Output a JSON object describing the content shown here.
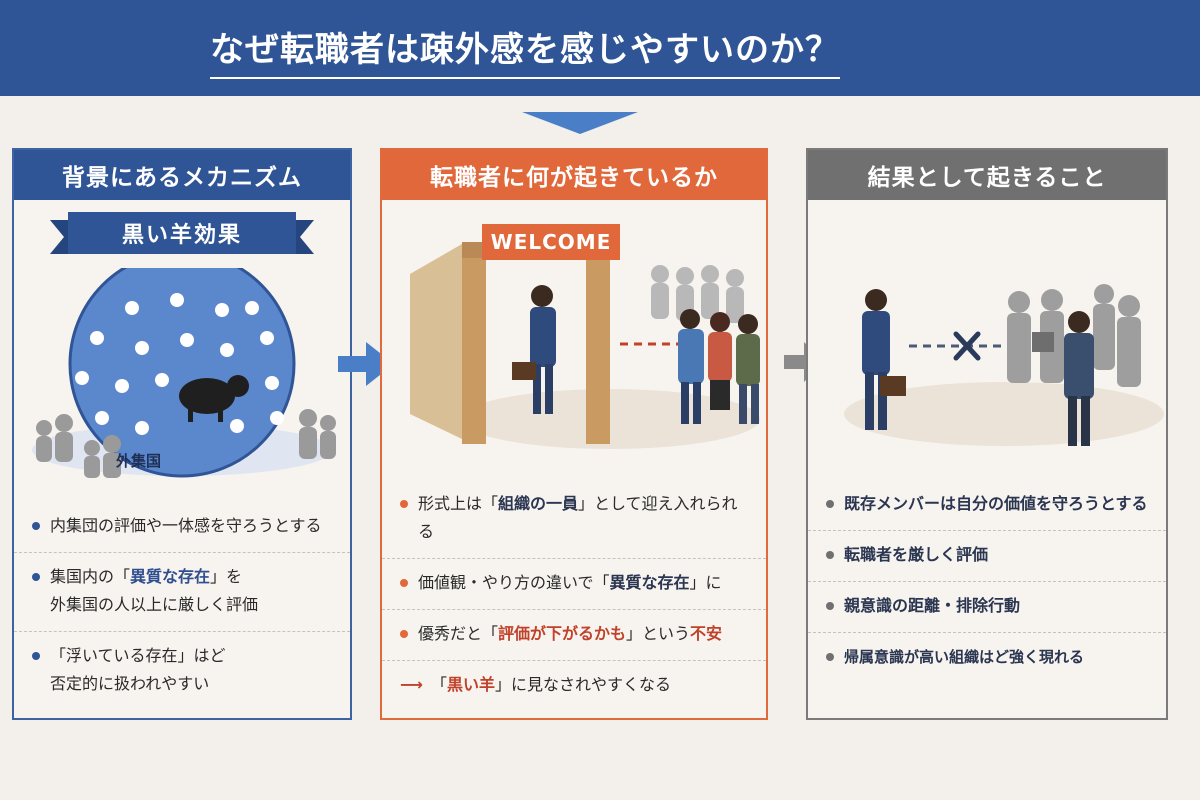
{
  "title": "なぜ転職者は疎外感を感じやすいのか？",
  "colors": {
    "blue": "#2f5597",
    "orange": "#e0683b",
    "gray": "#707070",
    "red": "#c0422a"
  },
  "left": {
    "heading": "背景にあるメカニズム",
    "ribbon": "黒い羊効果",
    "outgroup_label": "外集国",
    "items": [
      {
        "a": "内集団の評価や一体感を守ろうとする",
        "b": "",
        "c": ""
      },
      {
        "a": "集国内の「",
        "b": "異質な存在",
        "c": "」を",
        "d": "外集国の人以上に厳しく評価"
      },
      {
        "a": "「浮いている存在」はど",
        "d": "否定的に扱われやすい"
      }
    ]
  },
  "middle": {
    "heading": "転職者に何が起きているか",
    "welcome": "WELCOME",
    "items": [
      {
        "a": "形式上は「",
        "b": "組織の一員",
        "c": "」として迎え入れられる"
      },
      {
        "a": "価値観・やり方の違いで「",
        "b": "異質な存在",
        "c": "」に"
      },
      {
        "a": "優秀だと「",
        "b": "評価が下がるかも",
        "c": "」という",
        "d": "不安"
      },
      {
        "a": "「",
        "b": "黒い羊",
        "c": "」に見なされやすくなる"
      }
    ]
  },
  "right": {
    "heading": "結果として起きること",
    "items": [
      {
        "a": "既存メンバーは",
        "b": "自分の価値",
        "c": "を守ろうとする"
      },
      {
        "a": "転職者を厳しく評価"
      },
      {
        "a": "親意識の距離・排除行動"
      },
      {
        "a": "帰属意識が高い組織はど強く現れる"
      }
    ]
  }
}
